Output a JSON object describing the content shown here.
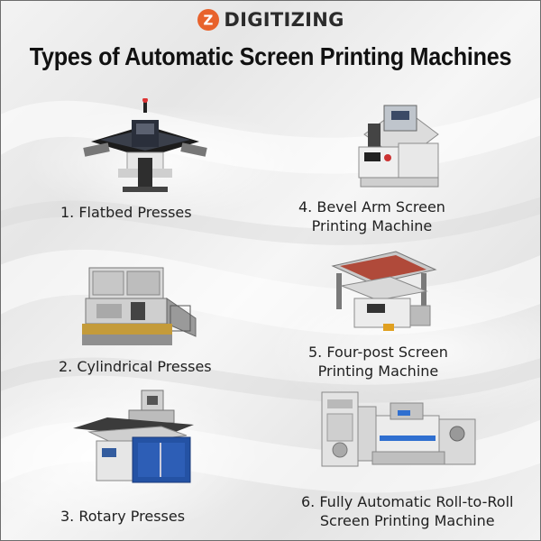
{
  "brand": {
    "name": "DIGITIZING",
    "mark_letter": "Z",
    "mark_color": "#e8622c"
  },
  "title": "Types of Automatic Screen Printing Machines",
  "items": [
    {
      "label": "1. Flatbed Presses"
    },
    {
      "label": "2. Cylindrical Presses"
    },
    {
      "label": "3. Rotary Presses"
    },
    {
      "line1": "4. Bevel Arm Screen",
      "line2": "Printing Machine"
    },
    {
      "line1": "5. Four-post Screen",
      "line2": "Printing Machine"
    },
    {
      "line1": "6. Fully Automatic Roll-to-Roll",
      "line2": "Screen Printing Machine"
    }
  ]
}
